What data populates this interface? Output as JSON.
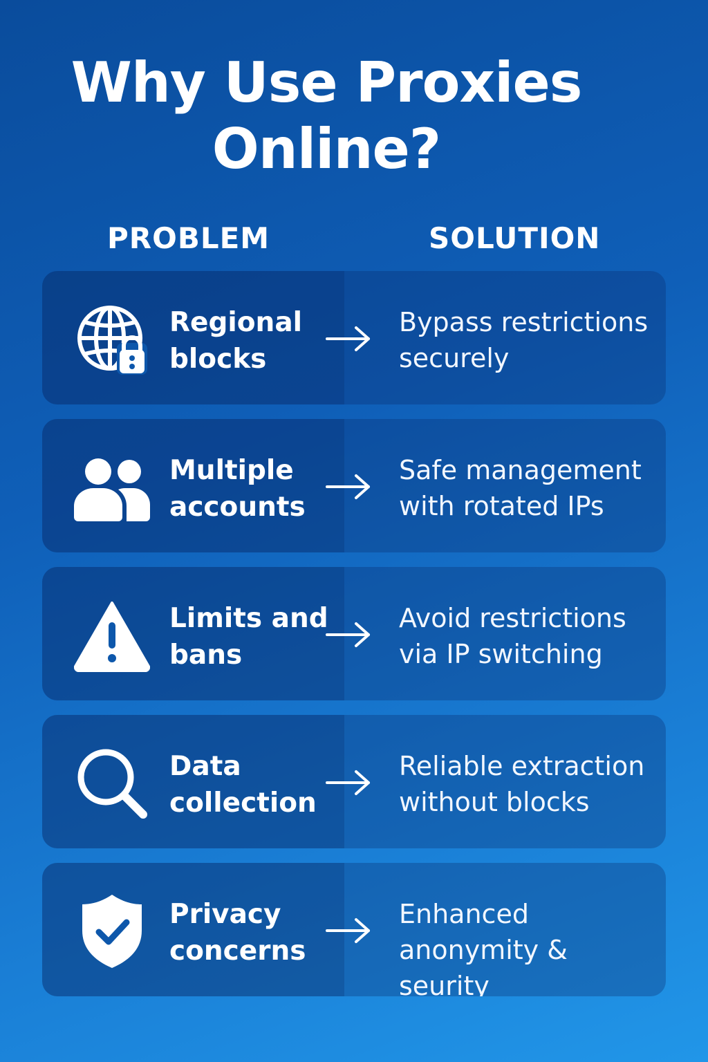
{
  "title": {
    "line1": "Why Use Proxies",
    "line2": "Online?"
  },
  "headers": {
    "problem": "PROBLEM",
    "solution": "SOLUTION"
  },
  "rows": [
    {
      "icon": "globe-lock-icon",
      "problem": "Regional\nblocks",
      "solution": "Bypass restrictions\nsecurely"
    },
    {
      "icon": "users-icon",
      "problem": "Multiple\naccounts",
      "solution": "Safe management\nwith rotated IPs"
    },
    {
      "icon": "warning-icon",
      "problem": "Limits and\nbans",
      "solution": "Avoid restrictions\nvia IP switching"
    },
    {
      "icon": "search-icon",
      "problem": "Data\ncollection",
      "solution": "Reliable extraction\nwithout blocks"
    },
    {
      "icon": "shield-check-icon",
      "problem": "Privacy\nconcerns",
      "solution": "Enhanced\nanonymity & seurity"
    }
  ],
  "colors": {
    "background_top": "#0a4c9c",
    "background_bottom": "#2196e8",
    "text": "#ffffff"
  }
}
